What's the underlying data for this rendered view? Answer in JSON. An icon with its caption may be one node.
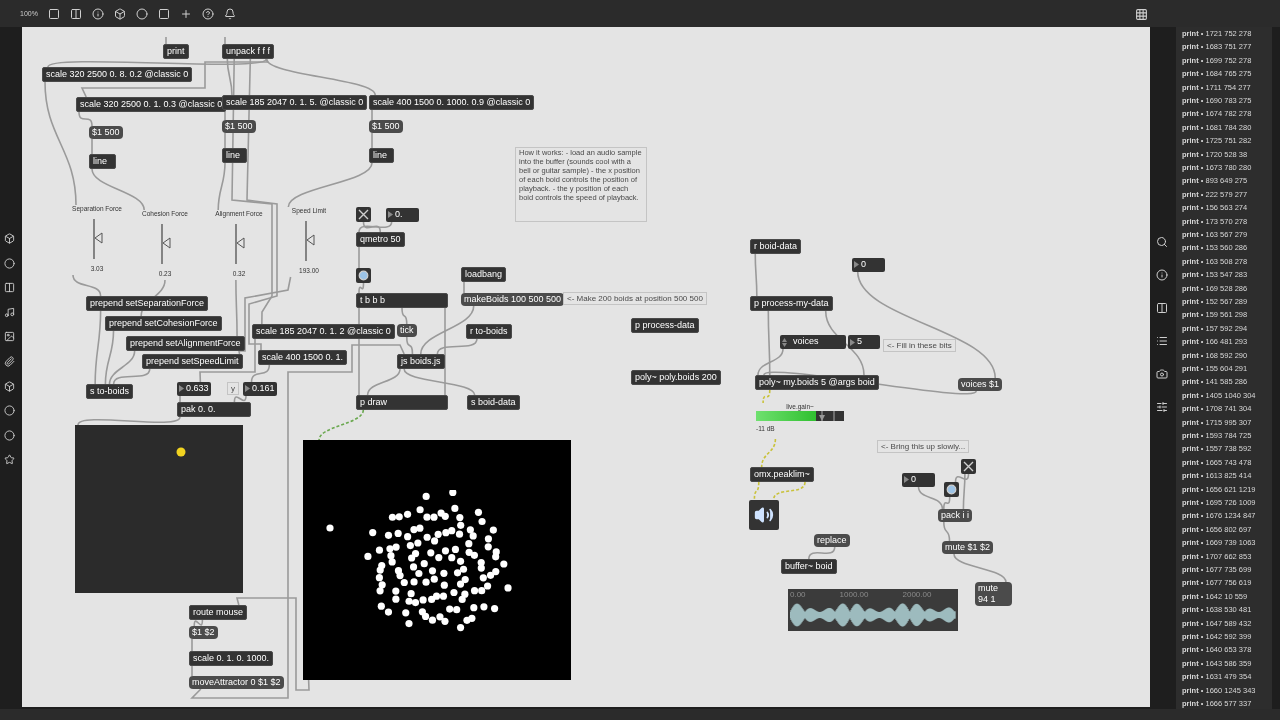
{
  "diagram": {
    "nodes": [
      {
        "text": [
          "print"
        ]
      },
      {
        "text": [
          "unpack f f f"
        ]
      },
      {
        "text": [
          "scale 320 2500 0. 8. 0.2 @classic 0"
        ]
      },
      {
        "text": [
          "scale 320 2500 0. 1. 0.3 @classic 0"
        ]
      },
      {
        "text": [
          "scale 185 2047 0. 1. 5. @classic 0"
        ]
      },
      {
        "text": [
          "scale 400 1500 0. 1000. 0.9 @classic 0"
        ]
      },
      {
        "text": [
          "$1 500"
        ]
      },
      {
        "text": [
          "$1 500"
        ]
      },
      {
        "text": [
          "$1 500"
        ]
      },
      {
        "text": [
          "line"
        ]
      },
      {
        "text": [
          "line"
        ]
      },
      {
        "text": [
          "line"
        ]
      },
      {
        "text": [
          "Separation Force",
          "3.03"
        ]
      },
      {
        "text": [
          "Cohesion Force",
          "0.23"
        ]
      },
      {
        "text": [
          "Alignment Force",
          "0.32"
        ]
      },
      {
        "text": [
          "Speed Limit",
          "193.00"
        ]
      },
      {
        "text": [],
        "shape": "box"
      },
      {
        "text": [
          "0."
        ]
      },
      {
        "text": [
          "qmetro 50"
        ]
      },
      {
        "text": [],
        "shape": "circle"
      },
      {
        "text": [
          "loadbang"
        ]
      },
      {
        "text": [
          "t b b b"
        ]
      },
      {
        "text": [
          "makeBoids 100 500 500"
        ]
      },
      {
        "text": [
          "<- Make 200 boids at position 500 500"
        ]
      },
      {
        "text": [
          "prepend setSeparationForce"
        ]
      },
      {
        "text": [
          "prepend setCohesionForce"
        ]
      },
      {
        "text": [
          "tick"
        ]
      },
      {
        "text": [
          "r to-boids"
        ]
      },
      {
        "text": [
          "scale 185 2047 0. 1. 2 @classic 0"
        ]
      },
      {
        "text": [
          "prepend setAlignmentForce"
        ]
      },
      {
        "text": [
          "prepend setSpeedLimit"
        ]
      },
      {
        "text": [
          "scale 400 1500 0. 1."
        ]
      },
      {
        "text": [
          "js boids.js"
        ]
      },
      {
        "text": [
          "s to-boids"
        ]
      },
      {
        "text": [
          "0.633"
        ]
      },
      {
        "text": [
          "y"
        ]
      },
      {
        "text": [
          "0.161"
        ]
      },
      {
        "text": [
          "pak 0. 0."
        ]
      },
      {
        "text": [
          "p draw"
        ]
      },
      {
        "text": [
          "s boid-data"
        ]
      },
      {
        "text": [],
        "shape": "box"
      },
      {
        "text": [],
        "shape": "picture"
      },
      {
        "text": [
          "route mouse"
        ]
      },
      {
        "text": [
          "$1 $2"
        ]
      },
      {
        "text": [
          "scale 0. 1. 0. 1000."
        ]
      },
      {
        "text": [
          "moveAttractor 0 $1 $2"
        ]
      },
      {
        "text": [
          "How it works: - load an audio sample into the buffer (sounds cool with a bell or guitar sample) - the x position of each boid controls the position of playback. - the y position of each boid controls the speed of playback."
        ]
      },
      {
        "text": [
          "p process-data"
        ]
      },
      {
        "text": [
          "poly~ poly.boids 200"
        ]
      },
      {
        "text": [
          "r boid-data"
        ]
      },
      {
        "text": [
          "0"
        ]
      },
      {
        "text": [
          "p process-my-data"
        ]
      },
      {
        "text": [
          "voices"
        ]
      },
      {
        "text": [
          "5"
        ]
      },
      {
        "text": [
          "<- Fill in these bits"
        ]
      },
      {
        "text": [
          "poly~ my.boids 5 @args boid"
        ]
      },
      {
        "text": [
          "voices $1"
        ]
      },
      {
        "text": [
          "live.gain~",
          "-11 dB"
        ]
      },
      {
        "text": [
          "<- Bring this up slowly..."
        ]
      },
      {
        "text": [],
        "shape": "box"
      },
      {
        "text": [
          "omx.peaklim~"
        ]
      },
      {
        "text": [
          "0"
        ]
      },
      {
        "text": [],
        "shape": "circle"
      },
      {
        "text": [],
        "shape": "box"
      },
      {
        "text": [
          "pack i i"
        ]
      },
      {
        "text": [
          "replace"
        ]
      },
      {
        "text": [
          "mute $1 $2"
        ]
      },
      {
        "text": [
          "buffer~ boid"
        ]
      },
      {
        "text": [
          "mute 94 1"
        ]
      },
      {
        "text": [
          "0.00",
          "1000.00",
          "2000.00"
        ]
      }
    ],
    "edges": [
      {
        "from": null,
        "to": 0,
        "arrow": "none"
      },
      {
        "from": null,
        "to": 1,
        "arrow": "none"
      },
      {
        "from": 1,
        "to": 2,
        "arrow": "none"
      },
      {
        "from": 1,
        "to": 3,
        "arrow": "none"
      },
      {
        "from": 1,
        "to": 4,
        "arrow": "none"
      },
      {
        "from": 1,
        "to": 5,
        "arrow": "none"
      },
      {
        "from": 1,
        "to": 28,
        "arrow": "none"
      },
      {
        "from": 1,
        "to": 31,
        "arrow": "none"
      },
      {
        "from": 2,
        "to": 12,
        "arrow": "none"
      },
      {
        "from": 3,
        "to": 6,
        "arrow": "none"
      },
      {
        "from": 6,
        "to": 9,
        "arrow": "none"
      },
      {
        "from": 9,
        "to": 13,
        "arrow": "none"
      },
      {
        "from": 4,
        "to": 7,
        "arrow": "none"
      },
      {
        "from": 7,
        "to": 10,
        "arrow": "none"
      },
      {
        "from": 10,
        "to": 14,
        "arrow": "none"
      },
      {
        "from": 5,
        "to": 8,
        "arrow": "none"
      },
      {
        "from": 8,
        "to": 11,
        "arrow": "none"
      },
      {
        "from": 11,
        "to": 15,
        "arrow": "none"
      },
      {
        "from": 12,
        "to": 24,
        "arrow": "none"
      },
      {
        "from": 13,
        "to": 25,
        "arrow": "none"
      },
      {
        "from": 14,
        "to": 29,
        "arrow": "none"
      },
      {
        "from": 15,
        "to": 30,
        "arrow": "none"
      },
      {
        "from": 24,
        "to": 33,
        "arrow": "none"
      },
      {
        "from": 25,
        "to": 33,
        "arrow": "none"
      },
      {
        "from": 29,
        "to": 33,
        "arrow": "none"
      },
      {
        "from": 30,
        "to": 33,
        "arrow": "none"
      },
      {
        "from": 16,
        "to": 18,
        "arrow": "none"
      },
      {
        "from": 17,
        "to": 18,
        "arrow": "none"
      },
      {
        "from": 18,
        "to": 19,
        "arrow": "none"
      },
      {
        "from": 19,
        "to": 21,
        "arrow": "none"
      },
      {
        "from": 20,
        "to": 22,
        "arrow": "none"
      },
      {
        "from": 21,
        "to": 38,
        "arrow": "none"
      },
      {
        "from": 21,
        "to": 26,
        "arrow": "none"
      },
      {
        "from": 21,
        "to": 38,
        "arrow": "none"
      },
      {
        "from": 26,
        "to": 32,
        "arrow": "none"
      },
      {
        "from": 22,
        "to": 32,
        "arrow": "none"
      },
      {
        "from": 27,
        "to": 32,
        "arrow": "none"
      },
      {
        "from": 32,
        "to": 38,
        "arrow": "none"
      },
      {
        "from": 32,
        "to": 39,
        "arrow": "none"
      },
      {
        "from": 28,
        "to": 34,
        "arrow": "none"
      },
      {
        "from": 31,
        "to": 36,
        "arrow": "none"
      },
      {
        "from": 34,
        "to": 37,
        "arrow": "none"
      },
      {
        "from": 36,
        "to": 37,
        "arrow": "none"
      },
      {
        "from": 38,
        "to": 41,
        "arrow": "none",
        "style": "dashed",
        "color": "#6aa84f"
      },
      {
        "from": 37,
        "to": 40,
        "arrow": "none"
      },
      {
        "from": 41,
        "to": 42,
        "arrow": "none"
      },
      {
        "from": 42,
        "to": 43,
        "arrow": "none"
      },
      {
        "from": 43,
        "to": 44,
        "arrow": "none"
      },
      {
        "from": 44,
        "to": 45,
        "arrow": "none"
      },
      {
        "from": 45,
        "to": 32,
        "arrow": "none"
      },
      {
        "from": 49,
        "to": 51,
        "arrow": "none"
      },
      {
        "from": 51,
        "to": 55,
        "arrow": "none"
      },
      {
        "from": 51,
        "to": 55,
        "arrow": "none"
      },
      {
        "from": 52,
        "to": 55,
        "arrow": "none"
      },
      {
        "from": 50,
        "to": 56,
        "arrow": "none"
      },
      {
        "from": 56,
        "to": 55,
        "arrow": "none"
      },
      {
        "from": 55,
        "to": 57,
        "arrow": "none",
        "style": "dashed",
        "color": "#c9c23a"
      },
      {
        "from": 57,
        "to": 60,
        "arrow": "none",
        "style": "dashed",
        "color": "#c9c23a"
      },
      {
        "from": 60,
        "to": 63,
        "arrow": "none",
        "style": "dashed",
        "color": "#c9c23a"
      },
      {
        "from": 60,
        "to": 63,
        "arrow": "none",
        "style": "dashed",
        "color": "#c9c23a"
      },
      {
        "from": 65,
        "to": 67,
        "arrow": "none"
      },
      {
        "from": 59,
        "to": 62,
        "arrow": "none"
      },
      {
        "from": 59,
        "to": 64,
        "arrow": "none"
      },
      {
        "from": 62,
        "to": 64,
        "arrow": "none"
      },
      {
        "from": 61,
        "to": 64,
        "arrow": "none"
      },
      {
        "from": 64,
        "to": 66,
        "arrow": "none"
      },
      {
        "from": 66,
        "to": 68,
        "arrow": "none"
      }
    ],
    "labels": [
      "100%",
      "**print** • 1721 752 278",
      "**print** • 1683 751 277",
      "**print** • 1699 752 278",
      "**print** • 1684 765 275",
      "**print** • 1711 754 277",
      "**print** • 1690 783 275",
      "**print** • 1674 782 278",
      "**print** • 1681 784 280",
      "**print** • 1725 751 282",
      "**print** • 1720 528 38",
      "**print** • 1673 780 280",
      "**print** • 893 649 275",
      "**print** • 222 579 277",
      "**print** • 156 563 274",
      "**print** • 173 570 278",
      "**print** • 163 567 279",
      "**print** • 153 560 286",
      "**print** • 163 508 278",
      "**print** • 153 547 283",
      "**print** • 169 528 286",
      "**print** • 152 567 289",
      "**print** • 159 561 298",
      "**print** • 157 592 294",
      "**print** • 166 481 293",
      "**print** • 168 592 290",
      "**print** • 155 604 291",
      "**print** • 141 585 286",
      "**print** • 1405 1040 304",
      "**print** • 1708 741 304",
      "**print** • 1715 995 307",
      "**print** • 1593 784 725",
      "**print** • 1557 738 592",
      "**print** • 1665 743 478",
      "**print** • 1613 825 414",
      "**print** • 1656 621 1219",
      "**print** • 1695 726 1009",
      "**print** • 1676 1234 847",
      "**print** • 1656 802 697",
      "**print** • 1669 739 1063",
      "**print** • 1707 662 853",
      "**print** • 1677 735 699",
      "**print** • 1677 756 619",
      "**print** • 1642 10 559",
      "**print** • 1638 530 481",
      "**print** • 1647 589 432",
      "**print** • 1642 592 399",
      "**print** • 1640 653 378",
      "**print** • 1643 586 359",
      "**print** • 1631 479 354",
      "**print** • 1660 1245 343",
      "**print** • 1666 577 337"
    ]
  }
}
